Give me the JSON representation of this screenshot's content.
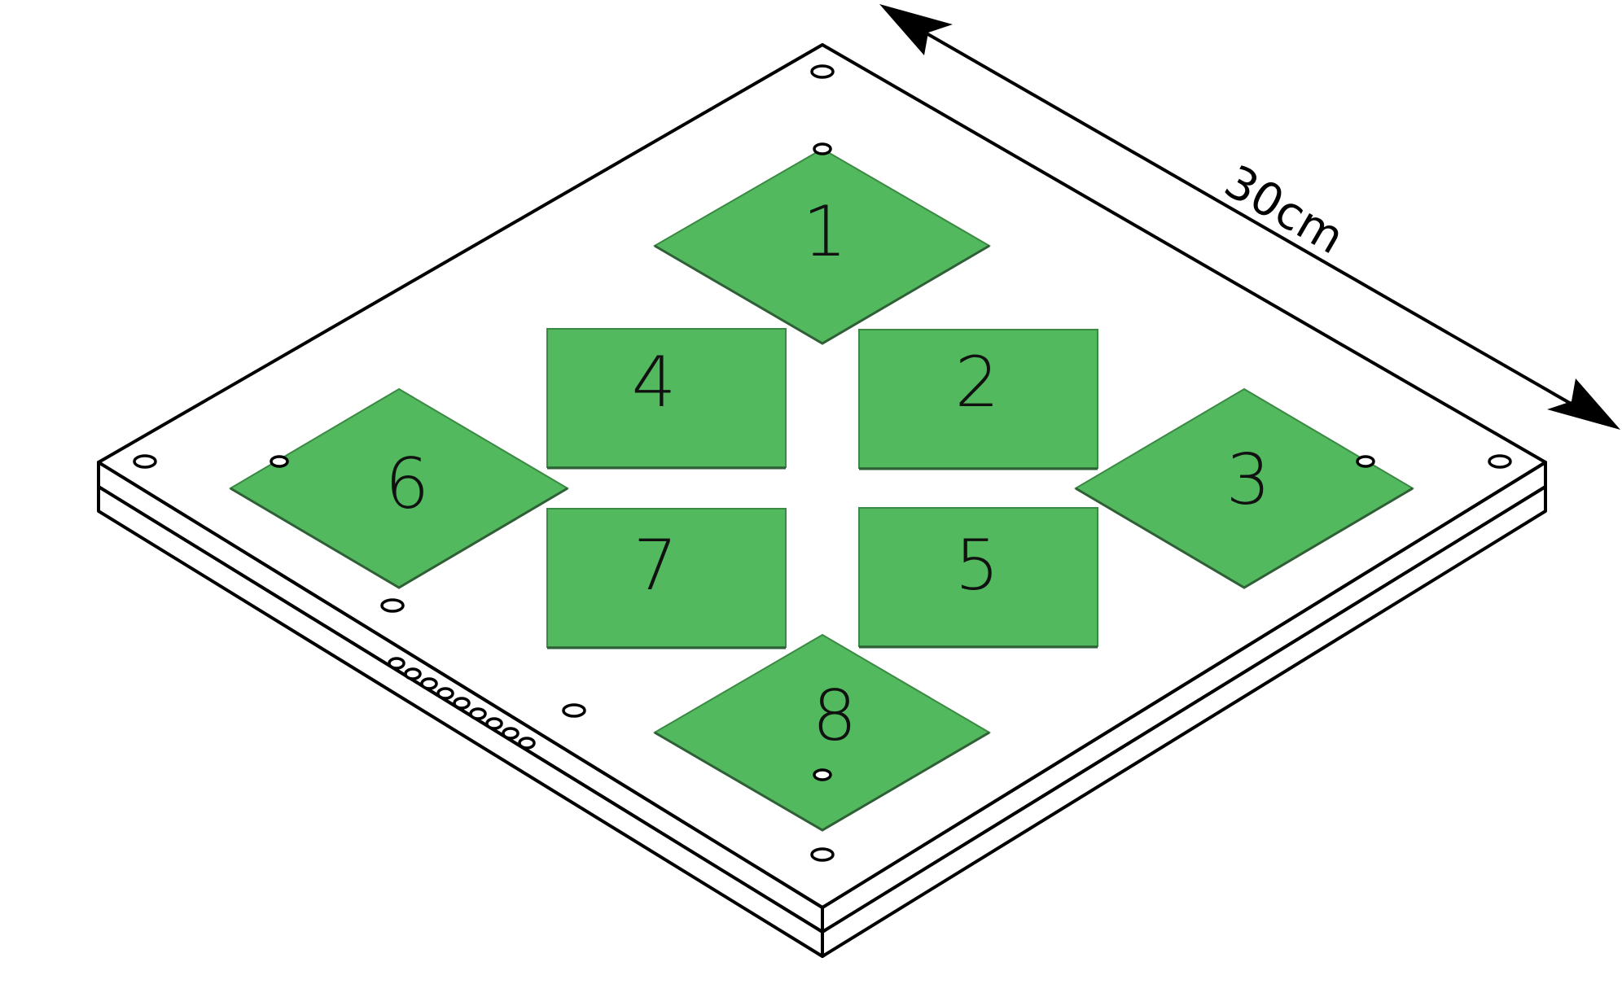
{
  "diagram": {
    "dimension_label": "30cm",
    "pad_color": "#52B95E",
    "pads": [
      {
        "label": "1",
        "shape": "diamond"
      },
      {
        "label": "2",
        "shape": "rectangle"
      },
      {
        "label": "3",
        "shape": "diamond"
      },
      {
        "label": "4",
        "shape": "rectangle"
      },
      {
        "label": "5",
        "shape": "rectangle"
      },
      {
        "label": "6",
        "shape": "diamond"
      },
      {
        "label": "7",
        "shape": "rectangle"
      },
      {
        "label": "8",
        "shape": "diamond"
      }
    ]
  }
}
